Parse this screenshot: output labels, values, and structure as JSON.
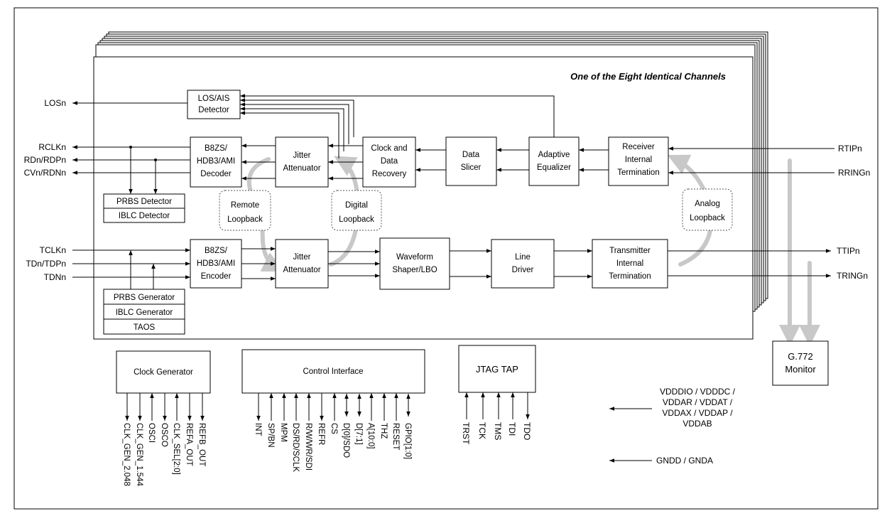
{
  "channel_title": "One of the Eight Identical Channels",
  "blocks": {
    "los_ais": [
      "LOS/AIS",
      "Detector"
    ],
    "decoder": [
      "B8ZS/",
      "HDB3/AMI",
      "Decoder"
    ],
    "rx_jitter": [
      "Jitter",
      "Attenuator"
    ],
    "cdr": [
      "Clock and",
      "Data",
      "Recovery"
    ],
    "slicer": [
      "Data",
      "Slicer"
    ],
    "equalizer": [
      "Adaptive",
      "Equalizer"
    ],
    "rx_term": [
      "Receiver",
      "Internal",
      "Termination"
    ],
    "prbs_det": "PRBS Detector",
    "iblc_det": "IBLC Detector",
    "encoder": [
      "B8ZS/",
      "HDB3/AMI",
      "Encoder"
    ],
    "tx_jitter": [
      "Jitter",
      "Attenuator"
    ],
    "waveform": [
      "Waveform",
      "Shaper/LBO"
    ],
    "line_driver": [
      "Line",
      "Driver"
    ],
    "tx_term": [
      "Transmitter",
      "Internal",
      "Termination"
    ],
    "prbs_gen": "PRBS Generator",
    "iblc_gen": "IBLC Generator",
    "taos": "TAOS",
    "remote_lb": [
      "Remote",
      "Loopback"
    ],
    "digital_lb": [
      "Digital",
      "Loopback"
    ],
    "analog_lb": [
      "Analog",
      "Loopback"
    ],
    "g772": [
      "G.772",
      "Monitor"
    ],
    "clock_gen": "Clock Generator",
    "control_if": "Control Interface",
    "jtag": "JTAG TAP"
  },
  "left_signals": {
    "los": "LOSn",
    "rx": [
      "RCLKn",
      "RDn/RDPn",
      "CVn/RDNn"
    ],
    "tx": [
      "TCLKn",
      "TDn/TDPn",
      "TDNn"
    ]
  },
  "right_signals": {
    "rx": [
      "RTIPn",
      "RRINGn"
    ],
    "tx": [
      "TTIPn",
      "TRINGn"
    ]
  },
  "clock_pins": [
    "CLK_GEN_2.048",
    "CLK_GEN_1.544",
    "OSCI",
    "OSCO",
    "CLK_SEL[2:0]",
    "REFA_OUT",
    "REFB_OUT"
  ],
  "control_pins": [
    "INT",
    "SP/BN",
    "MPM",
    "DS/RD/SCLK",
    "R/W/WR/SDI",
    "REFR",
    "CS",
    "D[0]/SDO",
    "D[7:1]",
    "A[10:0]",
    "THZ",
    "RESET",
    "GPIO[1:0]"
  ],
  "jtag_pins": [
    "TRST",
    "TCK",
    "TMS",
    "TDI",
    "TDO"
  ],
  "power": {
    "supplies": [
      "VDDDIO / VDDDC /",
      "VDDAR / VDDAT /",
      "VDDAX / VDDAP /",
      "VDDAB"
    ],
    "grounds": "GNDD / GNDA"
  }
}
